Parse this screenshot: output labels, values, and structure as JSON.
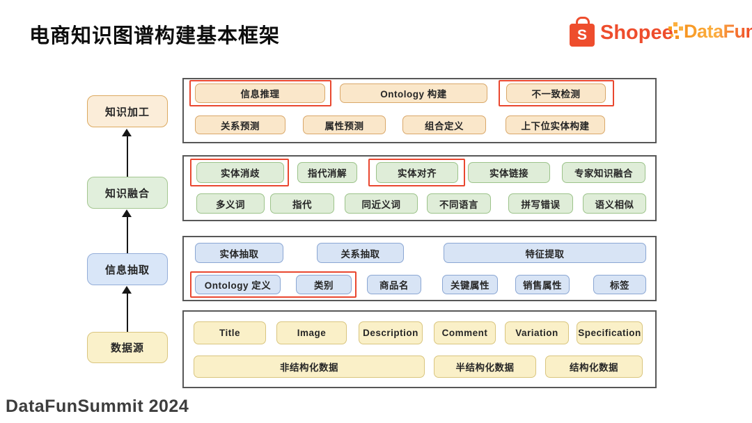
{
  "slide": {
    "title": "电商知识图谱构建基本框架",
    "footer": "DataFunSummit 2024"
  },
  "logos": {
    "shopee_initial": "S",
    "shopee_word": "Shopee",
    "datafun_word": "DataFun.",
    "shopee_color": "#EE4D2D",
    "datafun_gradient": [
      "#F6921E",
      "#FBB040",
      "#F1592A",
      "#EE2E24"
    ]
  },
  "stages": [
    {
      "label": "知识加工",
      "theme": "orange"
    },
    {
      "label": "知识融合",
      "theme": "green"
    },
    {
      "label": "信息抽取",
      "theme": "blue"
    },
    {
      "label": "数据源",
      "theme": "yellow"
    }
  ],
  "panels": [
    {
      "stage": "知识加工",
      "theme": "orange",
      "row1": [
        {
          "label": "信息推理",
          "highlighted": true
        },
        {
          "label": "Ontology 构建",
          "highlighted": false
        },
        {
          "label": "不一致检测",
          "highlighted": true
        }
      ],
      "row2": [
        {
          "label": "关系预测",
          "highlighted": false
        },
        {
          "label": "属性预测",
          "highlighted": false
        },
        {
          "label": "组合定义",
          "highlighted": false
        },
        {
          "label": "上下位实体构建",
          "highlighted": false
        }
      ]
    },
    {
      "stage": "知识融合",
      "theme": "green",
      "row1": [
        {
          "label": "实体消歧",
          "highlighted": true
        },
        {
          "label": "指代消解",
          "highlighted": false
        },
        {
          "label": "实体对齐",
          "highlighted": true
        },
        {
          "label": "实体链接",
          "highlighted": false
        },
        {
          "label": "专家知识融合",
          "highlighted": false
        }
      ],
      "row2": [
        {
          "label": "多义词",
          "highlighted": false
        },
        {
          "label": "指代",
          "highlighted": false
        },
        {
          "label": "同近义词",
          "highlighted": false
        },
        {
          "label": "不同语言",
          "highlighted": false
        },
        {
          "label": "拼写错误",
          "highlighted": false
        },
        {
          "label": "语义相似",
          "highlighted": false
        }
      ]
    },
    {
      "stage": "信息抽取",
      "theme": "blue",
      "row1": [
        {
          "label": "实体抽取",
          "highlighted": false
        },
        {
          "label": "关系抽取",
          "highlighted": false
        },
        {
          "label": "特征提取",
          "highlighted": false
        }
      ],
      "row2": [
        {
          "label": "Ontology 定义",
          "highlighted": true
        },
        {
          "label": "类别",
          "highlighted": true
        },
        {
          "label": "商品名",
          "highlighted": false
        },
        {
          "label": "关键属性",
          "highlighted": false
        },
        {
          "label": "销售属性",
          "highlighted": false
        },
        {
          "label": "标签",
          "highlighted": false
        }
      ]
    },
    {
      "stage": "数据源",
      "theme": "yellow",
      "row1": [
        {
          "label": "Title",
          "highlighted": false
        },
        {
          "label": "Image",
          "highlighted": false
        },
        {
          "label": "Description",
          "highlighted": false
        },
        {
          "label": "Comment",
          "highlighted": false
        },
        {
          "label": "Variation",
          "highlighted": false
        },
        {
          "label": "Specification",
          "highlighted": false
        }
      ],
      "row2": [
        {
          "label": "非结构化数据",
          "highlighted": false
        },
        {
          "label": "半结构化数据",
          "highlighted": false
        },
        {
          "label": "结构化数据",
          "highlighted": false
        }
      ]
    }
  ],
  "colors": {
    "orange_fill": "#FAE7CA",
    "orange_border": "#D9A769",
    "green_fill": "#DFEDD8",
    "green_border": "#9CC38A",
    "blue_fill": "#D8E4F5",
    "blue_border": "#8AA6D3",
    "yellow_fill": "#FAF0C8",
    "yellow_border": "#D9C57E",
    "highlight_red": "#E9472F",
    "panel_border": "#575757"
  }
}
